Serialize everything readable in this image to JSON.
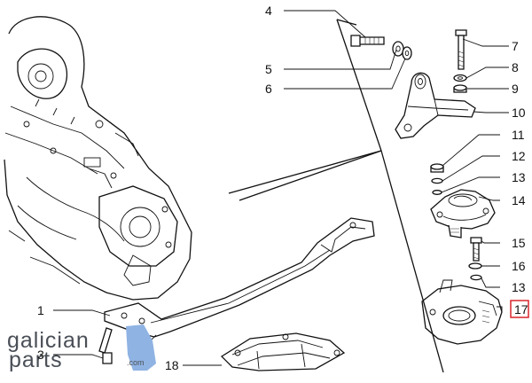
{
  "callouts": [
    {
      "id": "1",
      "label": "1"
    },
    {
      "id": "3",
      "label": "3"
    },
    {
      "id": "4",
      "label": "4"
    },
    {
      "id": "5",
      "label": "5"
    },
    {
      "id": "6",
      "label": "6"
    },
    {
      "id": "7",
      "label": "7"
    },
    {
      "id": "8",
      "label": "8"
    },
    {
      "id": "9",
      "label": "9"
    },
    {
      "id": "10",
      "label": "10"
    },
    {
      "id": "11",
      "label": "11"
    },
    {
      "id": "12",
      "label": "12"
    },
    {
      "id": "13a",
      "label": "13"
    },
    {
      "id": "14",
      "label": "14"
    },
    {
      "id": "15",
      "label": "15"
    },
    {
      "id": "16",
      "label": "16"
    },
    {
      "id": "13b",
      "label": "13"
    },
    {
      "id": "17",
      "label": "17"
    },
    {
      "id": "18",
      "label": "18"
    }
  ],
  "highlighted_callout": "17",
  "highlight_color": "#d8262c",
  "brand": {
    "line1": "galician",
    "line2": "parts",
    "suffix": ".com",
    "accent_color": "#8fb3e3"
  }
}
